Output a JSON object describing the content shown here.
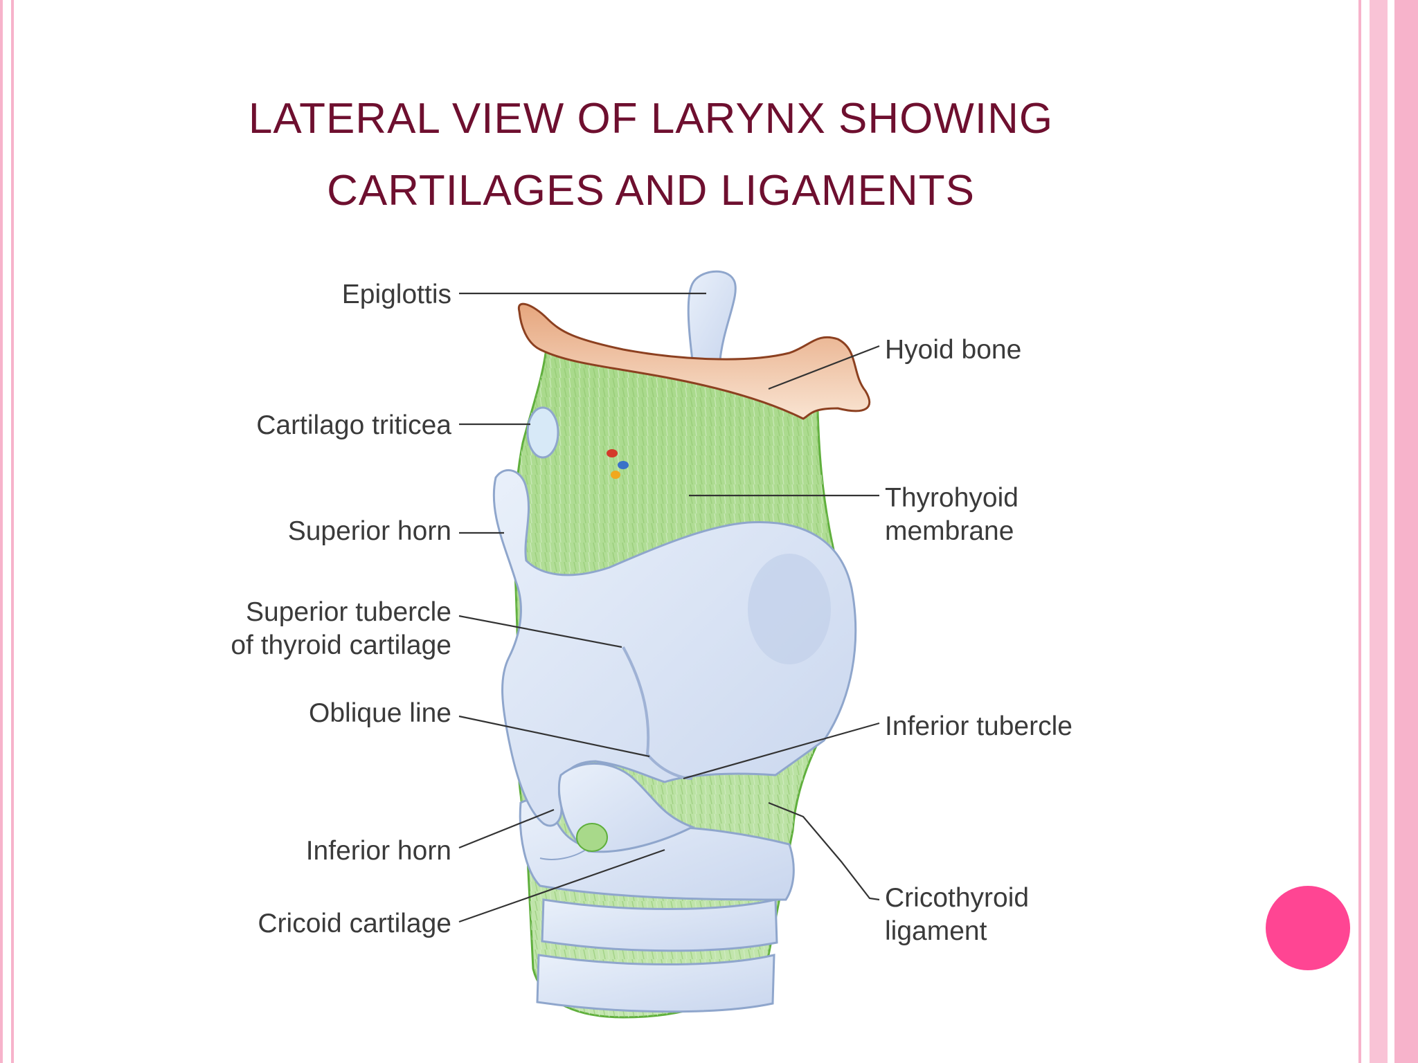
{
  "slide": {
    "title_line1": "LATERAL VIEW OF LARYNX SHOWING",
    "title_line2": "CARTILAGES AND LIGAMENTS"
  },
  "labels": {
    "epiglottis": "Epiglottis",
    "hyoid_bone": "Hyoid bone",
    "cartilago_triticea": "Cartilago triticea",
    "thyrohyoid_membrane_1": "Thyrohyoid",
    "thyrohyoid_membrane_2": "membrane",
    "superior_horn": "Superior horn",
    "superior_tubercle_1": "Superior tubercle",
    "superior_tubercle_2": "of thyroid cartilage",
    "oblique_line": "Oblique line",
    "inferior_tubercle": "Inferior tubercle",
    "inferior_horn": "Inferior horn",
    "cricoid_cartilage": "Cricoid cartilage",
    "cricothyroid_ligament_1": "Cricothyroid",
    "cricothyroid_ligament_2": "ligament"
  },
  "colors": {
    "title": "#6e0f2f",
    "stripe_pink": "#f7b3cb",
    "dot": "#ff4593",
    "cartilage": "#dbe6f4",
    "membrane": "#a9d78a",
    "hyoid": "#f0c7a4"
  }
}
